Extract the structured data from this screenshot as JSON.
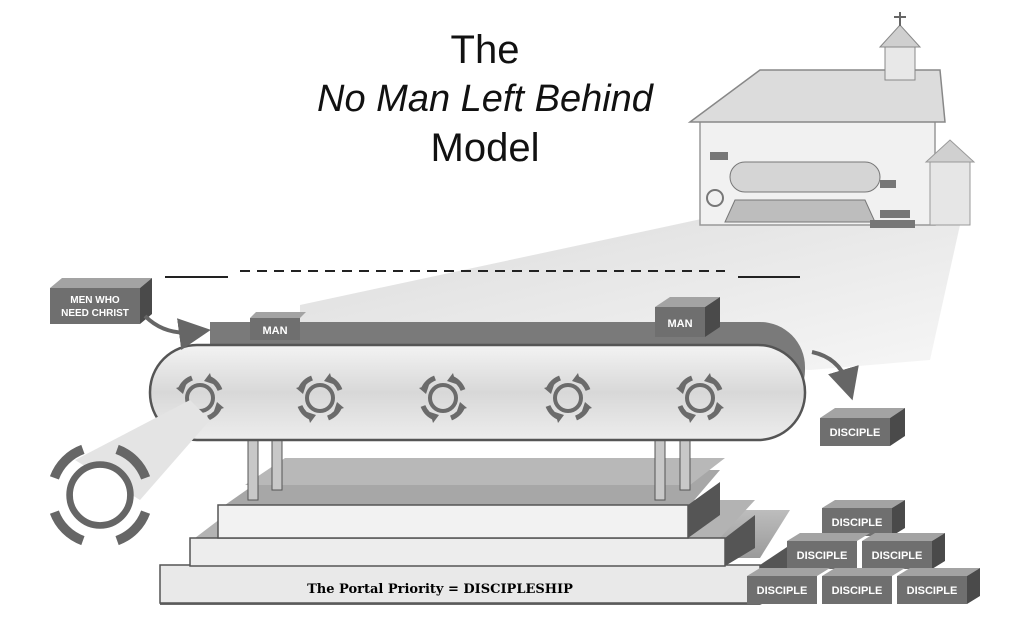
{
  "title": {
    "line1": "The",
    "line2": "No Man Left Behind",
    "line3": "Model"
  },
  "labels": {
    "men_who_need_christ_1": "MEN WHO",
    "men_who_need_christ_2": "NEED CHRIST",
    "man": "MAN",
    "disciple": "DISCIPLE"
  },
  "footer": "The Portal Priority = DISCIPLESHIP",
  "icons": [
    "rotating-arrows-icon",
    "church-icon",
    "curved-arrow-icon"
  ],
  "colors": {
    "box_front": "#6f6f6f",
    "box_top": "#a9a9a9",
    "box_side": "#4a4a4a",
    "belt_fill": "#e6e6e6",
    "belt_stroke": "#555555"
  }
}
